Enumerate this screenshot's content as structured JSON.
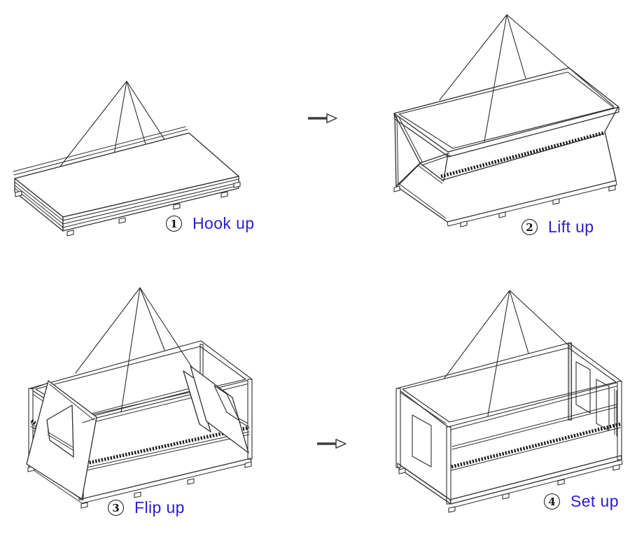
{
  "page": {
    "background": "#ffffff"
  },
  "colors": {
    "label_text": "#2b1dd1",
    "line": "#2e2e2e",
    "hatch": "#1c1c1c",
    "arrow": "#3c3c3c"
  },
  "steps": [
    {
      "number": "1",
      "label": "Hook up"
    },
    {
      "number": "2",
      "label": "Lift up"
    },
    {
      "number": "3",
      "label": "Flip up"
    },
    {
      "number": "4",
      "label": "Set up"
    }
  ],
  "arrows": [
    {
      "icon": "right-arrow"
    },
    {
      "icon": "right-arrow"
    }
  ]
}
